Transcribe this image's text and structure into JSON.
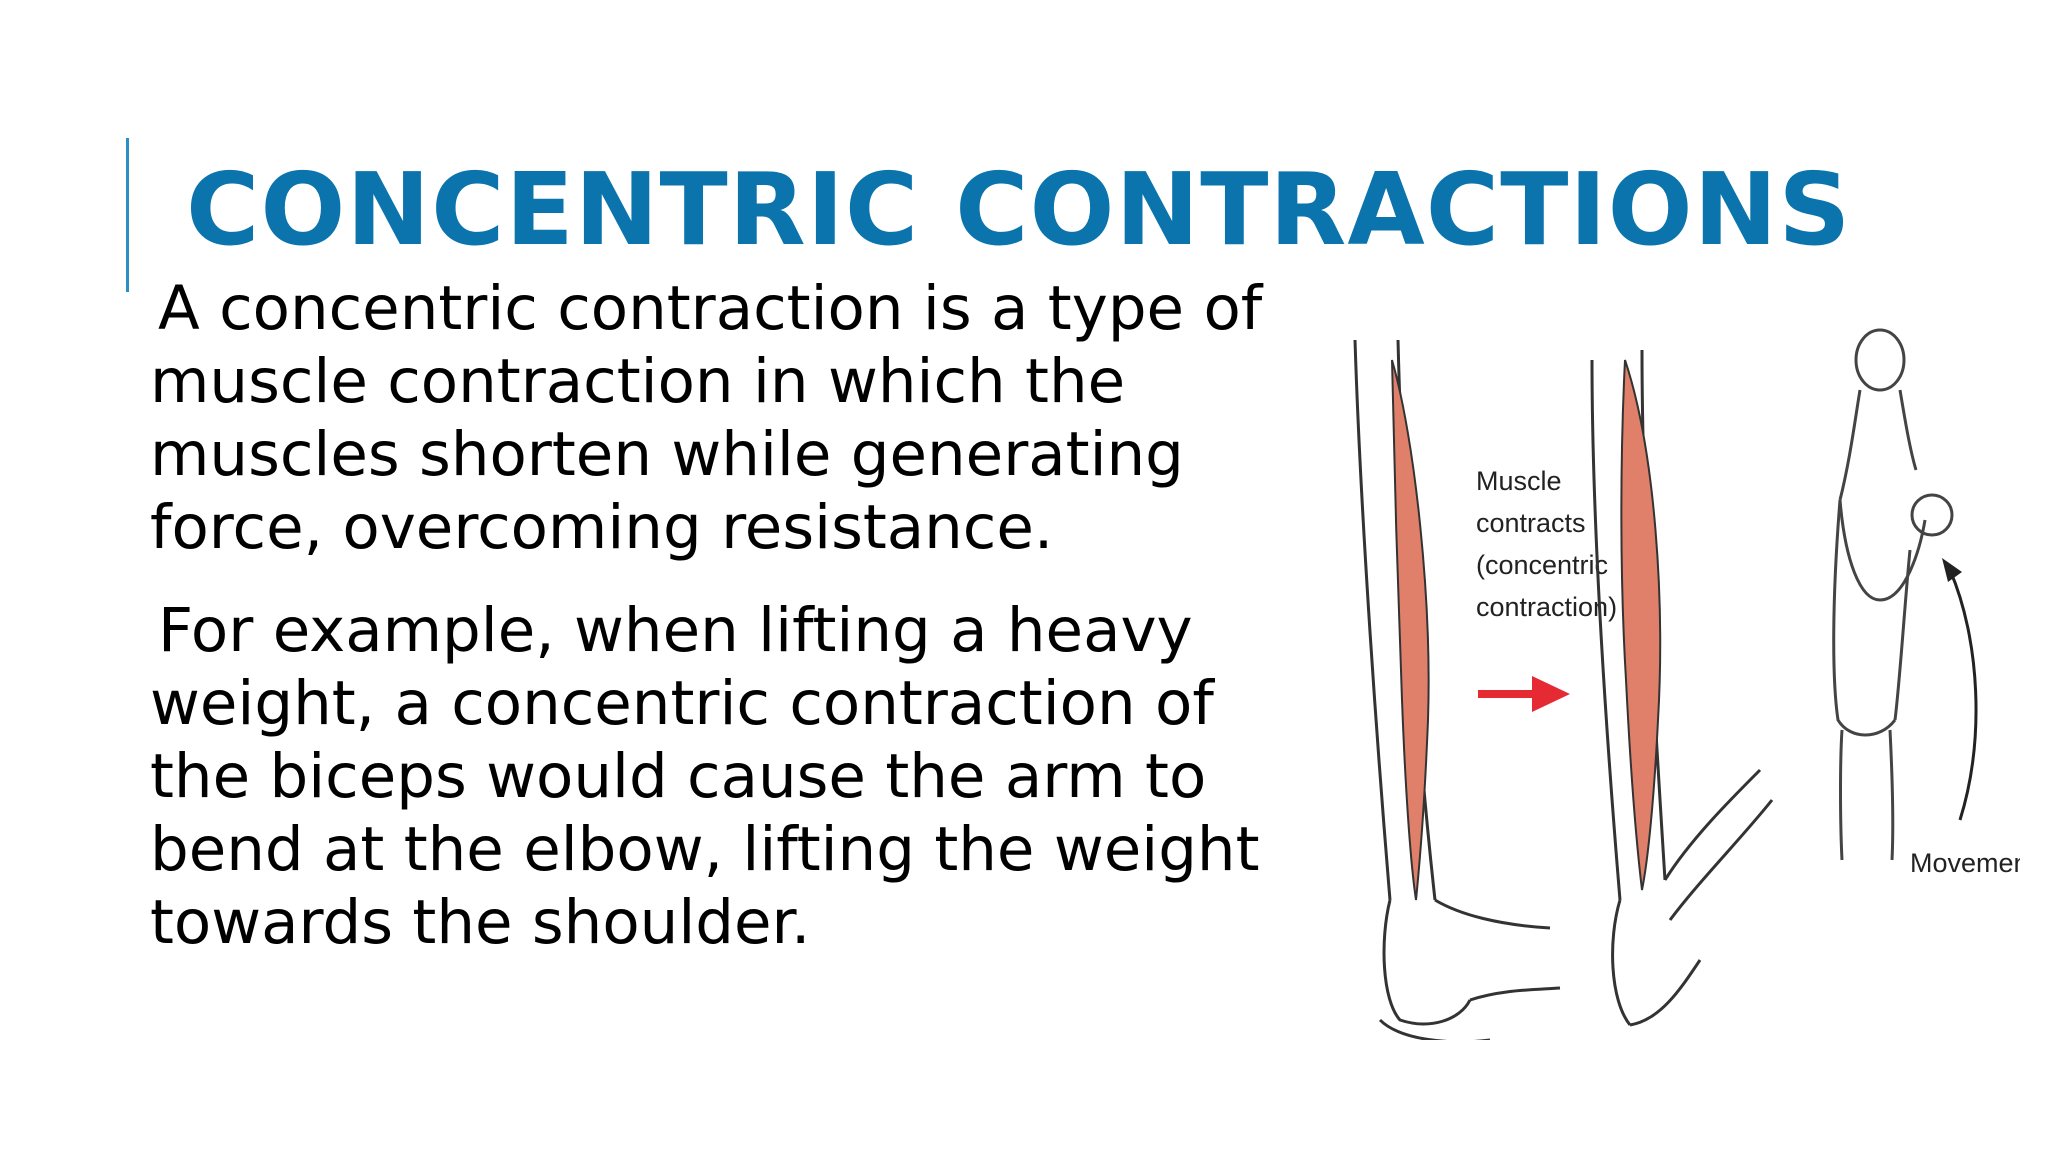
{
  "slide": {
    "title": "CONCENTRIC CONTRACTIONS",
    "paragraphs": [
      "A concentric contraction is a type of muscle contraction in which the muscles shorten while generating force, overcoming resistance.",
      "For example, when lifting a heavy weight, a concentric contraction of the biceps would cause the arm to bend at the elbow, lifting the weight towards the shoulder."
    ]
  },
  "figure": {
    "label_lines": [
      "Muscle",
      "contracts",
      "(concentric",
      "contraction)"
    ],
    "movement_label": "Movement",
    "colors": {
      "muscle": "#e0806a",
      "arrow": "#e52a34",
      "line": "#333333",
      "accent": "#0c74ad"
    }
  }
}
